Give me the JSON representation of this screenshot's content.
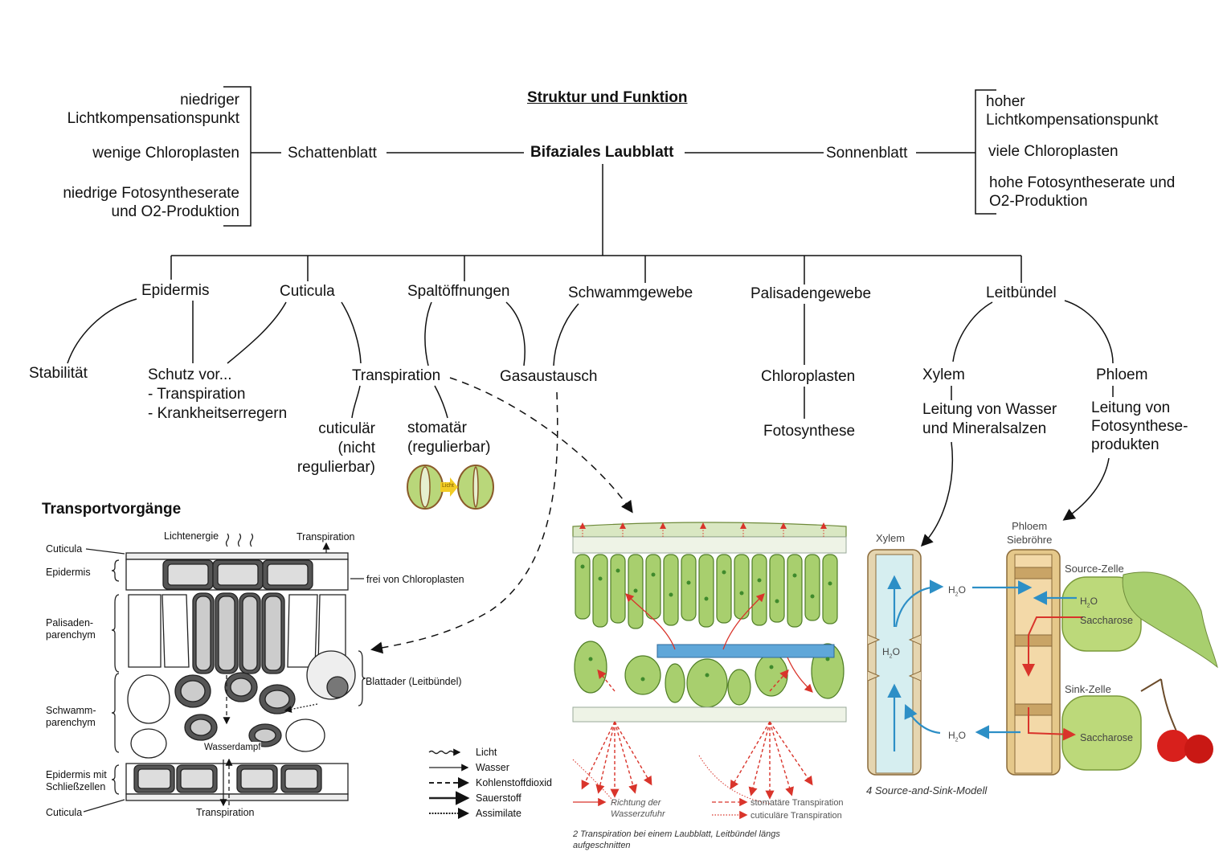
{
  "title": "Struktur und Funktion",
  "center": "Bifaziales Laubblatt",
  "schattenblatt": {
    "label": "Schattenblatt",
    "props": [
      "niedriger\nLichtkompensationspunkt",
      "wenige Chloroplasten",
      "niedrige Fotosyntheserate\nund O2-Produktion"
    ]
  },
  "sonnenblatt": {
    "label": "Sonnenblatt",
    "props": [
      "hoher\nLichtkompensationspunkt",
      "viele Chloroplasten",
      "hohe Fotosyntheserate und\nO2-Produktion"
    ]
  },
  "tissues": {
    "epidermis": "Epidermis",
    "cuticula": "Cuticula",
    "spalt": "Spaltöffnungen",
    "schwamm": "Schwammgewebe",
    "palisade": "Palisadengewebe",
    "leit": "Leitbündel"
  },
  "functions": {
    "stabilitaet": "Stabilität",
    "schutz": "Schutz vor...\n- Transpiration\n- Krankheitserregern",
    "transpiration": "Transpiration",
    "gasaustausch": "Gasaustausch",
    "chloroplasten": "Chloroplasten",
    "fotosynthese": "Fotosynthese",
    "xylem": "Xylem",
    "phloem": "Phloem",
    "xylem_desc": "Leitung von Wasser\nund Mineralsalzen",
    "phloem_desc": "Leitung von\nFotosynthese-\nprodukten",
    "cuticulaer": "cuticulär\n(nicht\nregulierbar)",
    "stomataer": "stomatär\n(regulierbar)",
    "licht_tag": "Licht"
  },
  "transport": {
    "heading": "Transportvorgänge",
    "labels": {
      "cuticula_top": "Cuticula",
      "epidermis": "Epidermis",
      "palisaden": "Palisaden-\nparenchym",
      "schwamm": "Schwamm-\nparenchym",
      "epidermis_mit": "Epidermis mit\nSchließzellen",
      "cuticula_bottom": "Cuticula",
      "lichtenergie": "Lichtenergie",
      "transpiration_top": "Transpiration",
      "frei": "frei von Chloroplasten",
      "blattader": "Blattader (Leitbündel)",
      "wasserdampf": "Wasserdampf",
      "transpiration_bottom": "Transpiration"
    },
    "legend": [
      "Licht",
      "Wasser",
      "Kohlenstoffdioxid",
      "Sauerstoff",
      "Assimilate"
    ]
  },
  "figure2": {
    "legend": [
      "Richtung der\nWasserzufuhr",
      "stomatäre Transpiration",
      "cuticuläre Transpiration"
    ],
    "caption": "2 Transpiration bei einem Laubblatt, Leitbündel längs\naufgeschnitten"
  },
  "figure4": {
    "xylem": "Xylem",
    "phloem": "Phloem\nSiebröhre",
    "source": "Source-Zelle",
    "sink": "Sink-Zelle",
    "h2o": "H",
    "sub2": "2",
    "o": "O",
    "saccharose": "Saccharose",
    "caption": "4 Source-and-Sink-Modell"
  },
  "colors": {
    "leaf_green": "#a8cf6e",
    "cell_green": "#3f8a2c",
    "red_arrow": "#d9342b",
    "blue_arrow": "#2d8fc6",
    "xylem_fill": "#d6eef0",
    "phloem_fill": "#f3d9a8"
  }
}
